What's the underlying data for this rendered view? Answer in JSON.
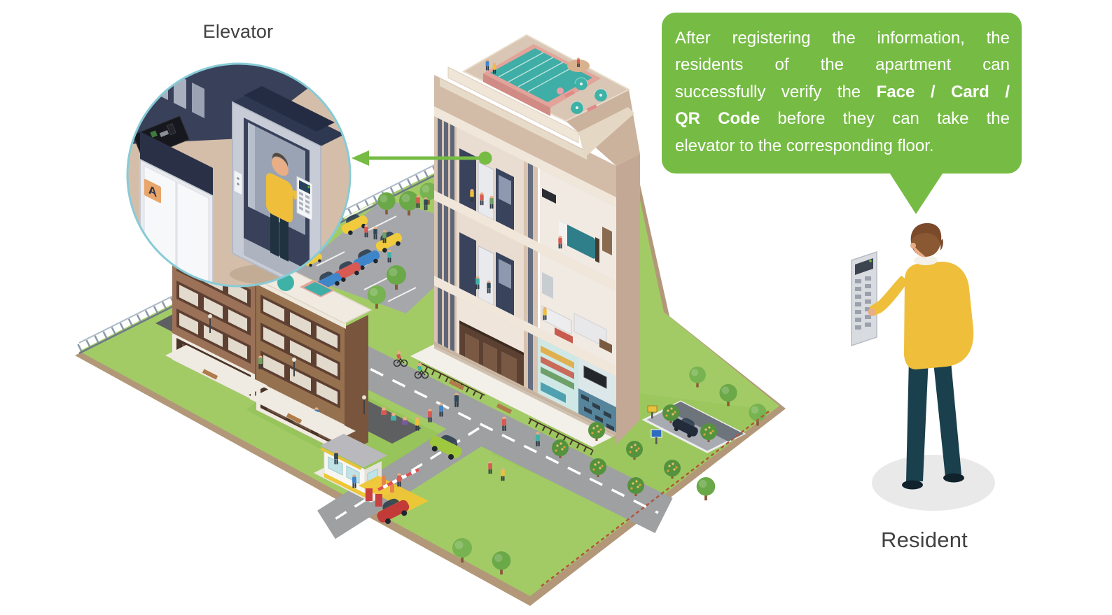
{
  "inset": {
    "label": "Elevator",
    "elevator_door_tag": "A"
  },
  "callout": {
    "line1": "After registering the information, the",
    "line2": "residents of the apartment can",
    "line3_normal": "successfully verify the ",
    "line3_bold": "Face / Card /",
    "line4_bold": "QR Code",
    "line4_normal": " before they can take the",
    "line5": "elevator to the corresponding floor."
  },
  "resident": {
    "label": "Resident"
  },
  "colors": {
    "accent_green": "#76BC44",
    "callout_text": "#FFFFFF",
    "inset_ring": "#87CBD6",
    "label_color": "#414042",
    "grass_green": "#A2CB66",
    "road_gray": "#9EA0A2",
    "building_tan": "#D2BCA8",
    "pool_teal": "#3FAEA6",
    "elevator_navy": "#39435C",
    "resident_sweater": "#EFBF3C"
  }
}
